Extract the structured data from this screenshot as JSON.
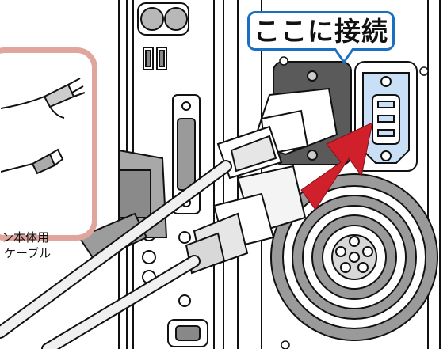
{
  "callout": {
    "text": "ここに接続"
  },
  "inset": {
    "caption_line1": "ロン本体用",
    "caption_line2": "ケーブル"
  },
  "icons": {
    "callout": "speech-bubble",
    "inlet": "power-inlet-icon",
    "arrow": "insert-arrow-icon",
    "fan": "fan-grille-icon"
  },
  "colors": {
    "callout_border": "#1b6fc0",
    "inset_border": "#e0a59c",
    "inlet_highlight": "#c9dff5",
    "arrow": "#d0202b"
  }
}
